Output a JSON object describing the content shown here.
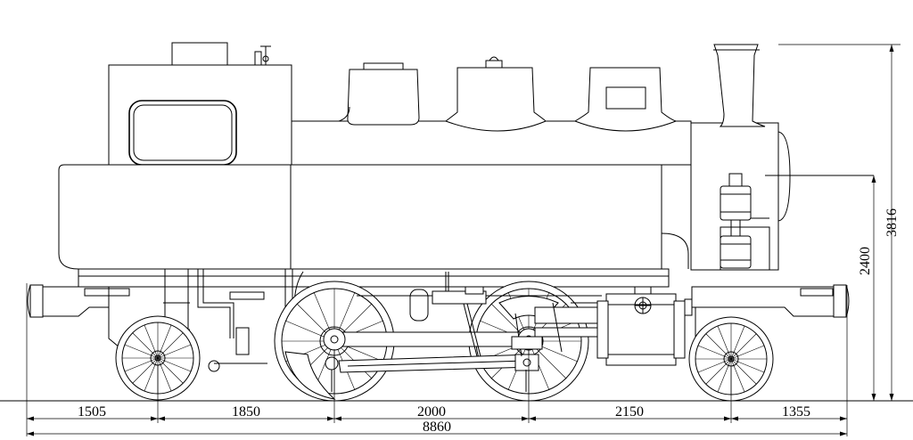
{
  "dimensions": {
    "horizontal": {
      "segments": [
        "1505",
        "1850",
        "2000",
        "2150",
        "1355"
      ],
      "total": "8860"
    },
    "vertical": {
      "center_height": "2400",
      "overall_height": "3816"
    }
  }
}
